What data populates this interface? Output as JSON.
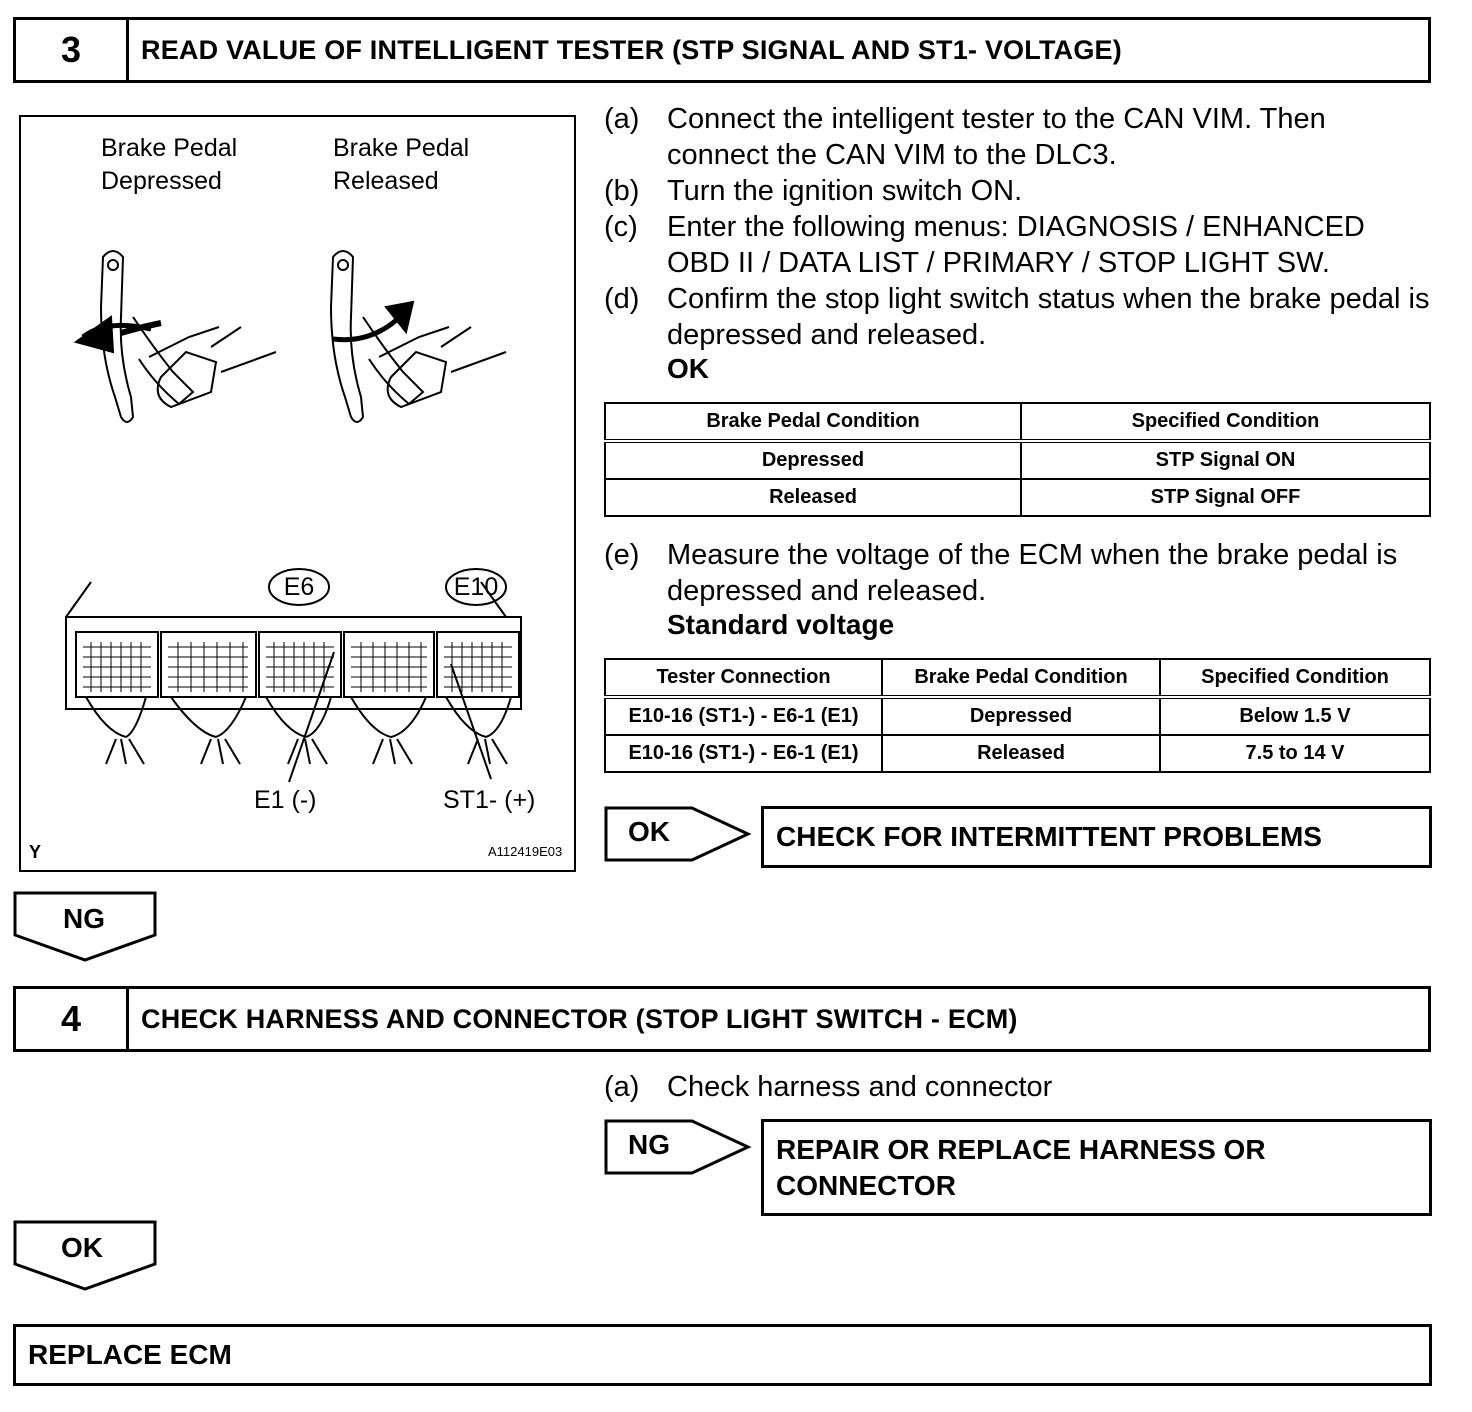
{
  "step3": {
    "number": "3",
    "title": "READ VALUE OF INTELLIGENT TESTER (STP SIGNAL AND ST1- VOLTAGE)",
    "figure": {
      "label_depressed": "Brake Pedal Depressed",
      "label_released": "Brake Pedal Released",
      "connector_e6": "E6",
      "connector_e10": "E10",
      "terminal_e1": "E1 (-)",
      "terminal_st1": "ST1- (+)",
      "corner_mark": "Y",
      "figure_id": "A112419E03"
    },
    "instructions": [
      {
        "label": "(a)",
        "text": "Connect the intelligent tester to the CAN VIM. Then connect the CAN VIM to the DLC3."
      },
      {
        "label": "(b)",
        "text": "Turn the ignition switch ON."
      },
      {
        "label": "(c)",
        "text": "Enter the following menus: DIAGNOSIS / ENHANCED OBD II / DATA LIST / PRIMARY / STOP LIGHT SW."
      },
      {
        "label": "(d)",
        "text": "Confirm the stop light switch status when the brake pedal is depressed and released."
      }
    ],
    "ok_heading": "OK",
    "table1": {
      "headers": [
        "Brake Pedal Condition",
        "Specified Condition"
      ],
      "rows": [
        [
          "Depressed",
          "STP Signal ON"
        ],
        [
          "Released",
          "STP Signal OFF"
        ]
      ]
    },
    "instruction_e": {
      "label": "(e)",
      "text": "Measure the voltage of the ECM when the brake pedal is depressed and released."
    },
    "standard_heading": "Standard voltage",
    "table2": {
      "headers": [
        "Tester Connection",
        "Brake Pedal Condition",
        "Specified Condition"
      ],
      "rows": [
        [
          "E10-16 (ST1-) - E6-1 (E1)",
          "Depressed",
          "Below 1.5 V"
        ],
        [
          "E10-16 (ST1-) - E6-1 (E1)",
          "Released",
          "7.5 to 14 V"
        ]
      ]
    },
    "ok_branch": {
      "tag": "OK",
      "result": "CHECK FOR INTERMITTENT PROBLEMS"
    },
    "ng_down": "NG"
  },
  "step4": {
    "number": "4",
    "title": "CHECK HARNESS AND CONNECTOR (STOP LIGHT SWITCH - ECM)",
    "instruction": {
      "label": "(a)",
      "text": "Check harness and connector"
    },
    "ng_branch": {
      "tag": "NG",
      "result_line1": "REPAIR OR REPLACE HARNESS OR",
      "result_line2": "CONNECTOR"
    },
    "ok_down": "OK"
  },
  "final": {
    "result": "REPLACE ECM"
  }
}
